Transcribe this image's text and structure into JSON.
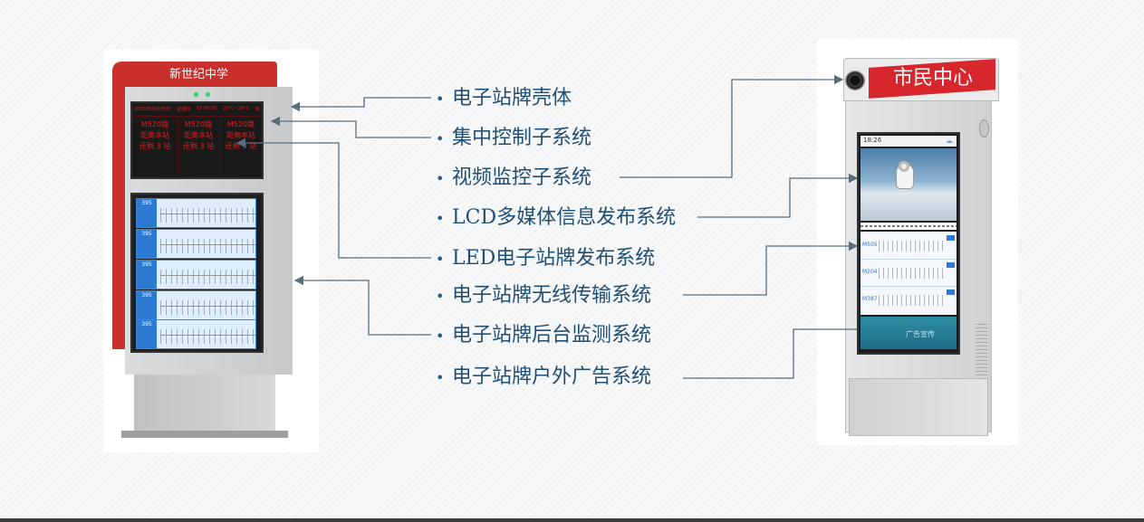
{
  "left_sign": {
    "school_name": "新世纪中学",
    "led_header": [
      "2019年09月05日",
      "星期四",
      "15:06:55",
      "20°C~28°C",
      "晴"
    ],
    "led_columns": [
      {
        "route": "M520路",
        "line2": "距离本站",
        "line3": "还剩 3 站"
      },
      {
        "route": "M520路",
        "line2": "距离本站",
        "line3": "还剩 3 站"
      },
      {
        "route": "M520路",
        "line2": "距离本站",
        "line3": "还剩 3 站"
      }
    ],
    "route_rows": [
      {
        "num": "395"
      },
      {
        "num": "395"
      },
      {
        "num": "395"
      },
      {
        "num": "395"
      },
      {
        "num": "395"
      }
    ]
  },
  "right_sign": {
    "header_text": "市民中心",
    "screen_time": "18:26",
    "routes": [
      "M505",
      "M204",
      "M387"
    ],
    "bottom_banner": "广告宣传"
  },
  "labels": [
    "电子站牌壳体",
    "集中控制子系统",
    "视频监控子系统",
    "LCD多媒体信息发布系统",
    "LED电子站牌发布系统",
    "电子站牌无线传输系统",
    "电子站牌后台监测系统",
    "电子站牌户外广告系统"
  ],
  "colors": {
    "label_text": "#1f4f74",
    "connector": "#5a6d7c",
    "sign_red": "#c9302c",
    "sign_gray": "#cfd1d3",
    "led_red": "#e21a1a",
    "route_blue": "#2c7ad2"
  }
}
